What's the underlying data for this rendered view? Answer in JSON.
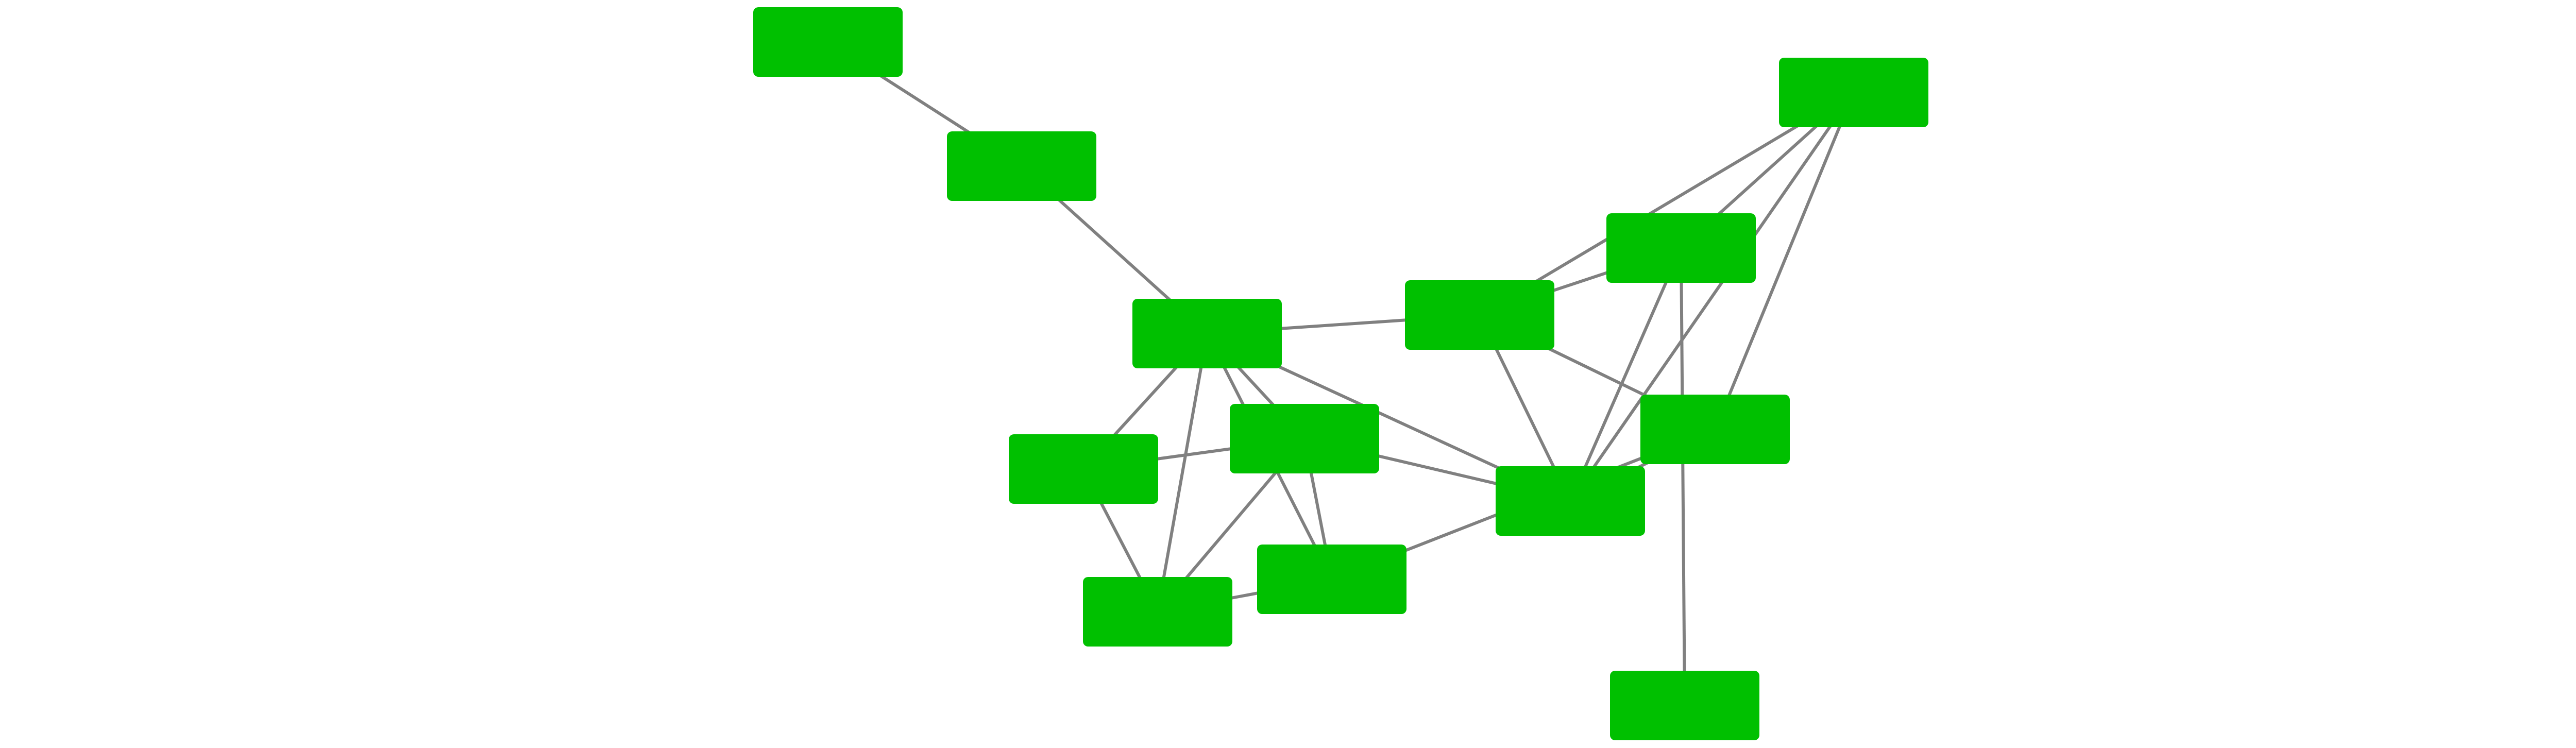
{
  "diagram": {
    "type": "network-graph",
    "node_color": "#00c000",
    "edge_color": "#808080",
    "background": "#ffffff",
    "nodes": [
      {
        "id": "n1",
        "label": ""
      },
      {
        "id": "n2",
        "label": ""
      },
      {
        "id": "n3",
        "label": ""
      },
      {
        "id": "n4",
        "label": ""
      },
      {
        "id": "n5",
        "label": ""
      },
      {
        "id": "n6",
        "label": ""
      },
      {
        "id": "n7",
        "label": ""
      },
      {
        "id": "n8",
        "label": ""
      },
      {
        "id": "n9",
        "label": ""
      },
      {
        "id": "n10",
        "label": ""
      },
      {
        "id": "n11",
        "label": ""
      },
      {
        "id": "n12",
        "label": ""
      },
      {
        "id": "n13",
        "label": ""
      }
    ],
    "edges": [
      [
        "n1",
        "n2"
      ],
      [
        "n2",
        "n3"
      ],
      [
        "n3",
        "n4"
      ],
      [
        "n3",
        "n5"
      ],
      [
        "n3",
        "n6"
      ],
      [
        "n3",
        "n7"
      ],
      [
        "n3",
        "n8"
      ],
      [
        "n3",
        "n9"
      ],
      [
        "n5",
        "n6"
      ],
      [
        "n5",
        "n7"
      ],
      [
        "n6",
        "n7"
      ],
      [
        "n6",
        "n8"
      ],
      [
        "n6",
        "n9"
      ],
      [
        "n7",
        "n8"
      ],
      [
        "n8",
        "n11"
      ],
      [
        "n4",
        "n9"
      ],
      [
        "n4",
        "n10"
      ],
      [
        "n4",
        "n11"
      ],
      [
        "n4",
        "n12"
      ],
      [
        "n9",
        "n10"
      ],
      [
        "n9",
        "n11"
      ],
      [
        "n9",
        "n12"
      ],
      [
        "n10",
        "n12"
      ],
      [
        "n10",
        "n13"
      ],
      [
        "n11",
        "n12"
      ]
    ]
  }
}
